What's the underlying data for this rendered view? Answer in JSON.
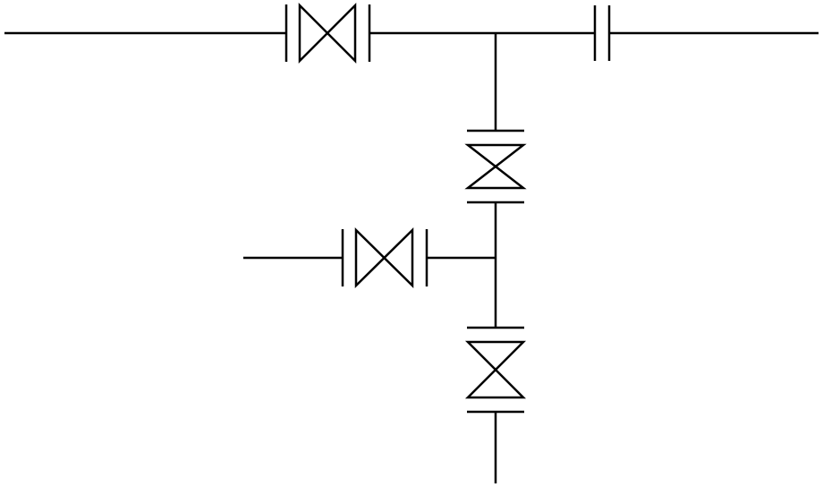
{
  "diagram": {
    "kind": "piping-schematic",
    "stroke_color": "#000000",
    "background": "#ffffff",
    "components": [
      {
        "id": "main-header-pipe",
        "type": "pipe"
      },
      {
        "id": "valve-main-inlet",
        "type": "gate-valve",
        "orientation": "horizontal"
      },
      {
        "id": "flange-main-outlet",
        "type": "flange-pair",
        "orientation": "horizontal"
      },
      {
        "id": "branch-pipe-vertical",
        "type": "pipe"
      },
      {
        "id": "valve-branch-upper",
        "type": "gate-valve",
        "orientation": "vertical"
      },
      {
        "id": "side-inlet-pipe",
        "type": "pipe"
      },
      {
        "id": "valve-side-inlet",
        "type": "gate-valve",
        "orientation": "horizontal"
      },
      {
        "id": "valve-branch-lower",
        "type": "gate-valve",
        "orientation": "vertical"
      }
    ]
  }
}
